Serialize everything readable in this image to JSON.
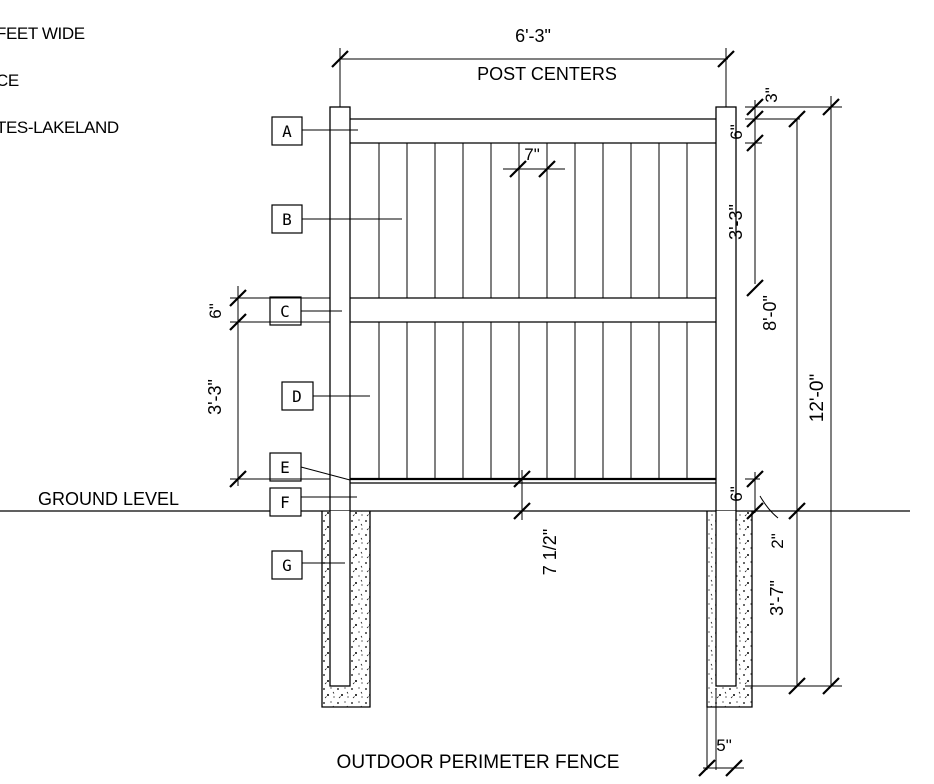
{
  "notes": [
    "FEET WIDE",
    "CE",
    "TES-LAKELAND"
  ],
  "dimensions": {
    "width": "6'-3\"",
    "width_caption": "POST CENTERS",
    "picket_spacing": "7\"",
    "top_gap": "3\"",
    "rail_top": "6\"",
    "upper_panel": "3'-3\"",
    "above_ground": "8'-0\"",
    "overall": "12'-0\"",
    "mid_rail": "6\"",
    "lower_panel": "3'-3\"",
    "bottom_rail": "6\"",
    "bottom_gap": "7 1/2\"",
    "below_grade": "2\"",
    "embed": "3'-7\"",
    "footing_offset": "5\""
  },
  "labels": [
    "A",
    "B",
    "C",
    "D",
    "E",
    "F",
    "G"
  ],
  "ground_level": "GROUND LEVEL",
  "caption": "OUTDOOR PERIMETER FENCE"
}
